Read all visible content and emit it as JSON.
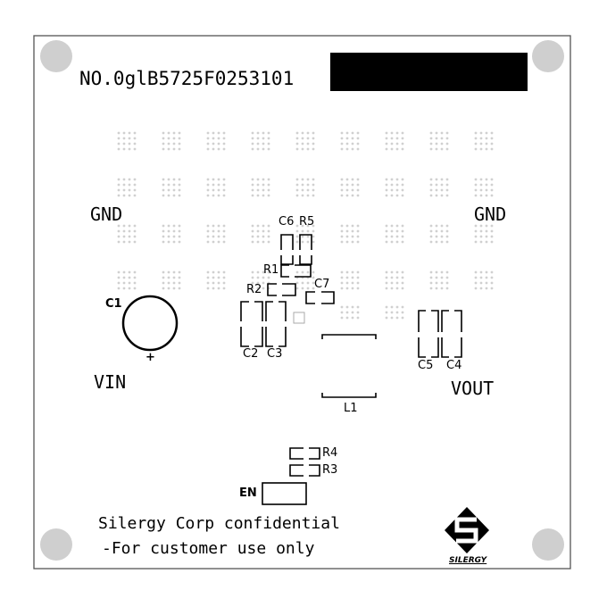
{
  "board": {
    "serial": "NO.0glB5725F0253101",
    "net_labels": {
      "gnd_left": "GND",
      "gnd_right": "GND",
      "vin": "VIN",
      "vout": "VOUT",
      "enable": "EN"
    },
    "components": {
      "c1": "C1",
      "c2": "C2",
      "c3": "C3",
      "c4": "C4",
      "c5": "C5",
      "c6": "C6",
      "c7": "C7",
      "r1": "R1",
      "r2": "R2",
      "r3": "R3",
      "r4": "R4",
      "r5": "R5",
      "l1": "L1"
    },
    "polarity": "+",
    "confidential_line1": "Silergy Corp confidential",
    "confidential_line2": "-For customer use only",
    "brand": "SILERGY",
    "colors": {
      "silkscreen": "#000000",
      "board": "#ffffff",
      "mounting_hole": "#cfcfcf",
      "via": "#d6d6d6"
    }
  }
}
